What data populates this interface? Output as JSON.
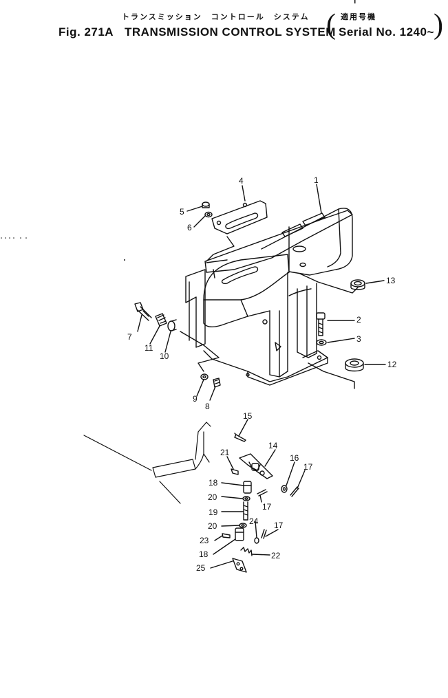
{
  "header": {
    "japanese_title": "トランスミッション　コントロール　システム",
    "japanese_serial": "適用号機",
    "fig_label": "Fig. 271A",
    "title": "TRANSMISSION CONTROL SYSTEM",
    "serial": "Serial No. 1240~"
  },
  "callouts": [
    "1",
    "2",
    "3",
    "4",
    "5",
    "6",
    "7",
    "8",
    "9",
    "10",
    "11",
    "12",
    "13",
    "14",
    "15",
    "16",
    "17",
    "17",
    "17",
    "18",
    "18",
    "19",
    "20",
    "20",
    "21",
    "22",
    "23",
    "24",
    "25"
  ],
  "colors": {
    "ink": "#111111",
    "paper": "#ffffff"
  }
}
